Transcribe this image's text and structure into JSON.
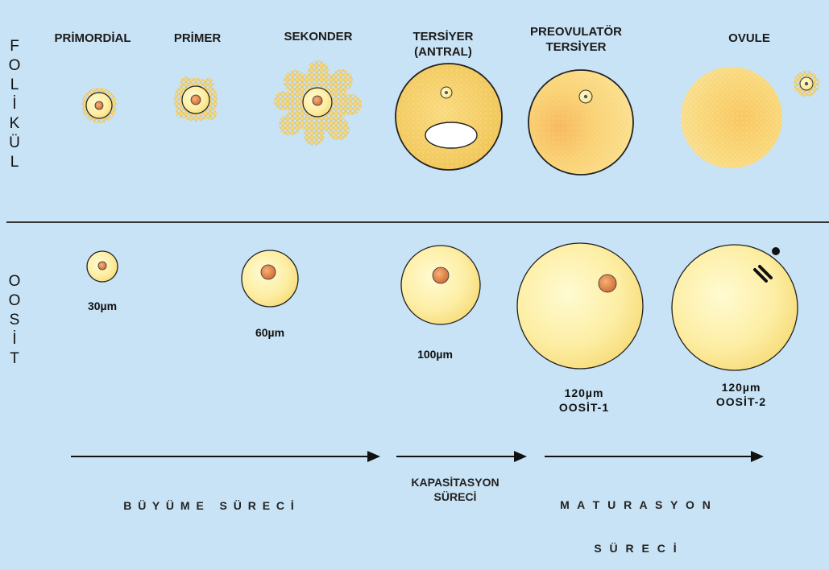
{
  "side_labels": {
    "follicle": [
      "F",
      "O",
      "L",
      "İ",
      "K",
      "Ü",
      "L"
    ],
    "oocyte": [
      "O",
      "O",
      "S",
      "İ",
      "T"
    ]
  },
  "follicle_stages": [
    {
      "line1": "PRİMORDİAL",
      "line2": ""
    },
    {
      "line1": "PRİMER",
      "line2": ""
    },
    {
      "line1": "SEKONDER",
      "line2": ""
    },
    {
      "line1": "TERSİYER",
      "line2": "(ANTRAL)"
    },
    {
      "line1": "PREOVULATÖR",
      "line2": "TERSİYER"
    },
    {
      "line1": "OVULE",
      "line2": ""
    }
  ],
  "oocyte_sizes": [
    {
      "size": "30µm",
      "stage": ""
    },
    {
      "size": "60µm",
      "stage": ""
    },
    {
      "size": "100µm",
      "stage": ""
    },
    {
      "size": "120µm",
      "stage": "OOSİT-1"
    },
    {
      "size": "120µm",
      "stage": "OOSİT-2"
    }
  ],
  "processes": [
    {
      "line1": "B Ü Y Ü M E   S Ü R E C İ",
      "line2": ""
    },
    {
      "line1": "KAPASİTASYON",
      "line2": "SÜRECİ"
    },
    {
      "line1": "M A T U R A S Y O N",
      "line2": "S Ü R E C İ"
    }
  ],
  "colors": {
    "background": "#c8e3f5",
    "granulosa": "#f2c95a",
    "oocyte": "#fbe99a",
    "nucleus": "#e0874a",
    "outline": "#1a1a1a"
  }
}
